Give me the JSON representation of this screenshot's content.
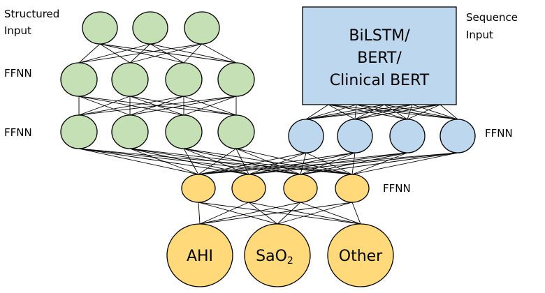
{
  "labels": {
    "structured_input": [
      "Structured",
      "Input"
    ],
    "sequence_input": [
      "Sequence",
      "Input"
    ],
    "ffnn_left_1": "FFNN",
    "ffnn_left_2": "FFNN",
    "ffnn_right": "FFNN",
    "ffnn_merge": "FFNN"
  },
  "sequence_box": {
    "lines": [
      "BiLSTM/",
      "BERT/",
      "Clinical BERT"
    ]
  },
  "outputs": {
    "ahi": "AHI",
    "sao2_base": "SaO",
    "sao2_sub": "2",
    "other": "Other"
  },
  "colors": {
    "structured_nodes": "#c5e0b4",
    "sequence_nodes": "#bdd7ee",
    "merge_nodes": "#ffd97a"
  }
}
